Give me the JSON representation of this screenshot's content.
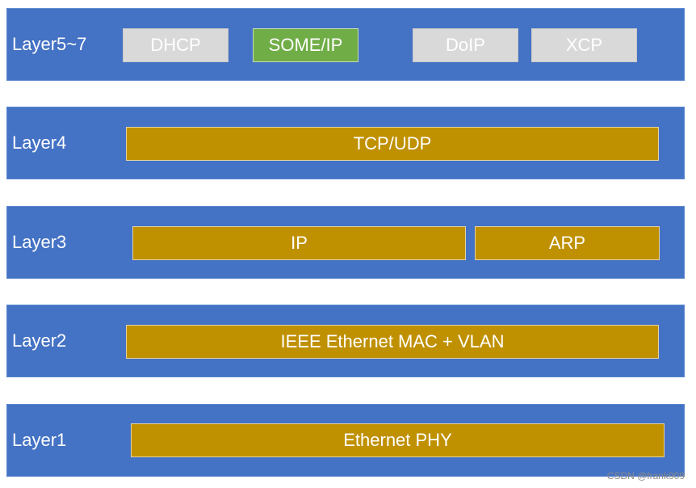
{
  "layers": [
    {
      "label": "Layer5~7",
      "boxes": [
        {
          "text": "DHCP",
          "color": "#D9D9D9"
        },
        {
          "text": "SOME/IP",
          "color": "#70AD47"
        },
        {
          "text": "DoIP",
          "color": "#D9D9D9"
        },
        {
          "text": "XCP",
          "color": "#D9D9D9"
        }
      ]
    },
    {
      "label": "Layer4",
      "boxes": [
        {
          "text": "TCP/UDP",
          "color": "#BF9000"
        }
      ]
    },
    {
      "label": "Layer3",
      "boxes": [
        {
          "text": "IP",
          "color": "#BF9000"
        },
        {
          "text": "ARP",
          "color": "#BF9000"
        }
      ]
    },
    {
      "label": "Layer2",
      "boxes": [
        {
          "text": "IEEE Ethernet MAC + VLAN",
          "color": "#BF9000"
        }
      ]
    },
    {
      "label": "Layer1",
      "boxes": [
        {
          "text": "Ethernet PHY",
          "color": "#BF9000"
        }
      ]
    }
  ],
  "colors": {
    "layer_band": "#4472C4",
    "protocol_gray": "#D9D9D9",
    "protocol_green": "#70AD47",
    "protocol_gold": "#BF9000"
  },
  "watermark": "CSDN @frank909"
}
